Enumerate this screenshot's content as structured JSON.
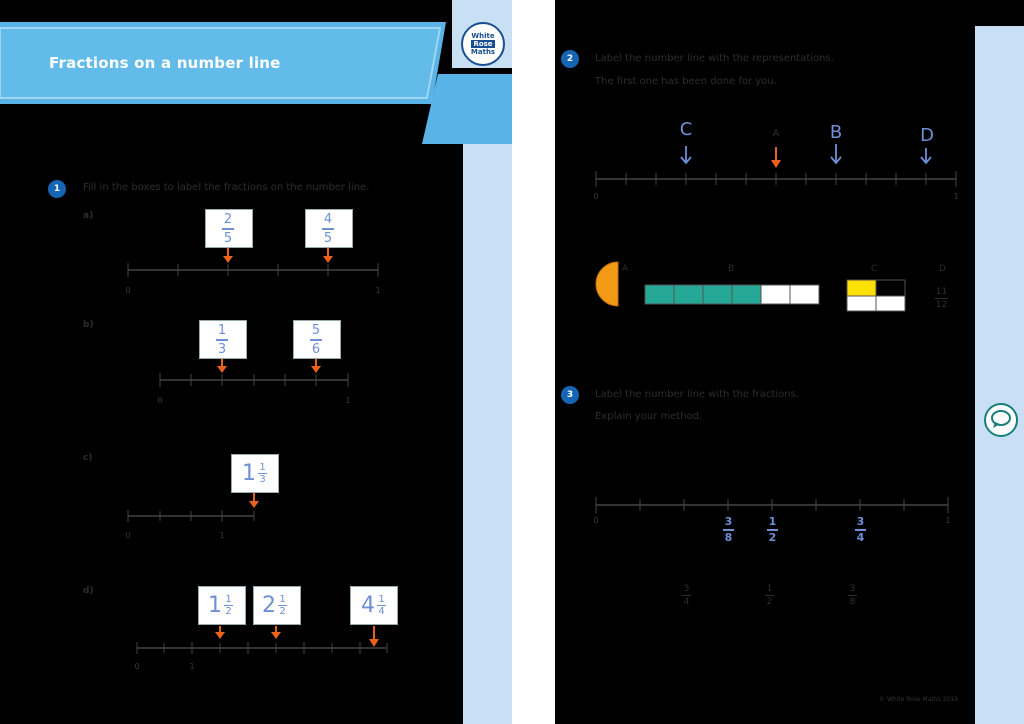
{
  "header": {
    "title": "Fractions on a number line",
    "logo_lines": [
      "White",
      "Rose",
      "Maths"
    ]
  },
  "q1": {
    "number": "1",
    "prompt": "Fill in the boxes to label the fractions on the number line.",
    "parts": {
      "a": {
        "label": "a)",
        "start": "0",
        "end": "1",
        "answers": [
          {
            "num": "2",
            "den": "5"
          },
          {
            "num": "4",
            "den": "5"
          }
        ]
      },
      "b": {
        "label": "b)",
        "start": "0",
        "end": "1",
        "answers": [
          {
            "num": "1",
            "den": "3"
          },
          {
            "num": "5",
            "den": "6"
          }
        ]
      },
      "c": {
        "label": "c)",
        "start": "0",
        "mid": "1",
        "answers": [
          {
            "whole": "1",
            "num": "1",
            "den": "3"
          }
        ]
      },
      "d": {
        "label": "d)",
        "start": "0",
        "mid": "1",
        "answers": [
          {
            "whole": "1",
            "num": "1",
            "den": "2"
          },
          {
            "whole": "2",
            "num": "1",
            "den": "2"
          },
          {
            "whole": "4",
            "num": "1",
            "den": "4"
          }
        ]
      }
    }
  },
  "q2": {
    "number": "2",
    "prompt_line1": "Label the number line with the representations.",
    "prompt_line2": "The first one has been done for you.",
    "start": "0",
    "end": "1",
    "arrow_labels": {
      "C": "C",
      "A": "A",
      "B": "B",
      "D": "D"
    },
    "rep_labels": {
      "A": "A",
      "B": "B",
      "C": "C",
      "D": "D"
    },
    "rep_d_fraction": {
      "num": "11",
      "den": "12"
    },
    "colors": {
      "semicircle": "#f39a14",
      "bar_fill": "#26a896",
      "grid_fill": "#ffe000",
      "arrow": "#e8621c"
    }
  },
  "q3": {
    "number": "3",
    "prompt_line1": "Label the number line with the fractions.",
    "prompt_line2": "Explain your method.",
    "start": "0",
    "end": "1",
    "answers": [
      {
        "num": "3",
        "den": "8"
      },
      {
        "num": "1",
        "den": "2"
      },
      {
        "num": "3",
        "den": "4"
      }
    ],
    "given": [
      {
        "num": "3",
        "den": "4"
      },
      {
        "num": "1",
        "den": "2"
      },
      {
        "num": "3",
        "den": "8"
      }
    ]
  },
  "footer": {
    "copyright": "© White Rose Maths 2019"
  }
}
